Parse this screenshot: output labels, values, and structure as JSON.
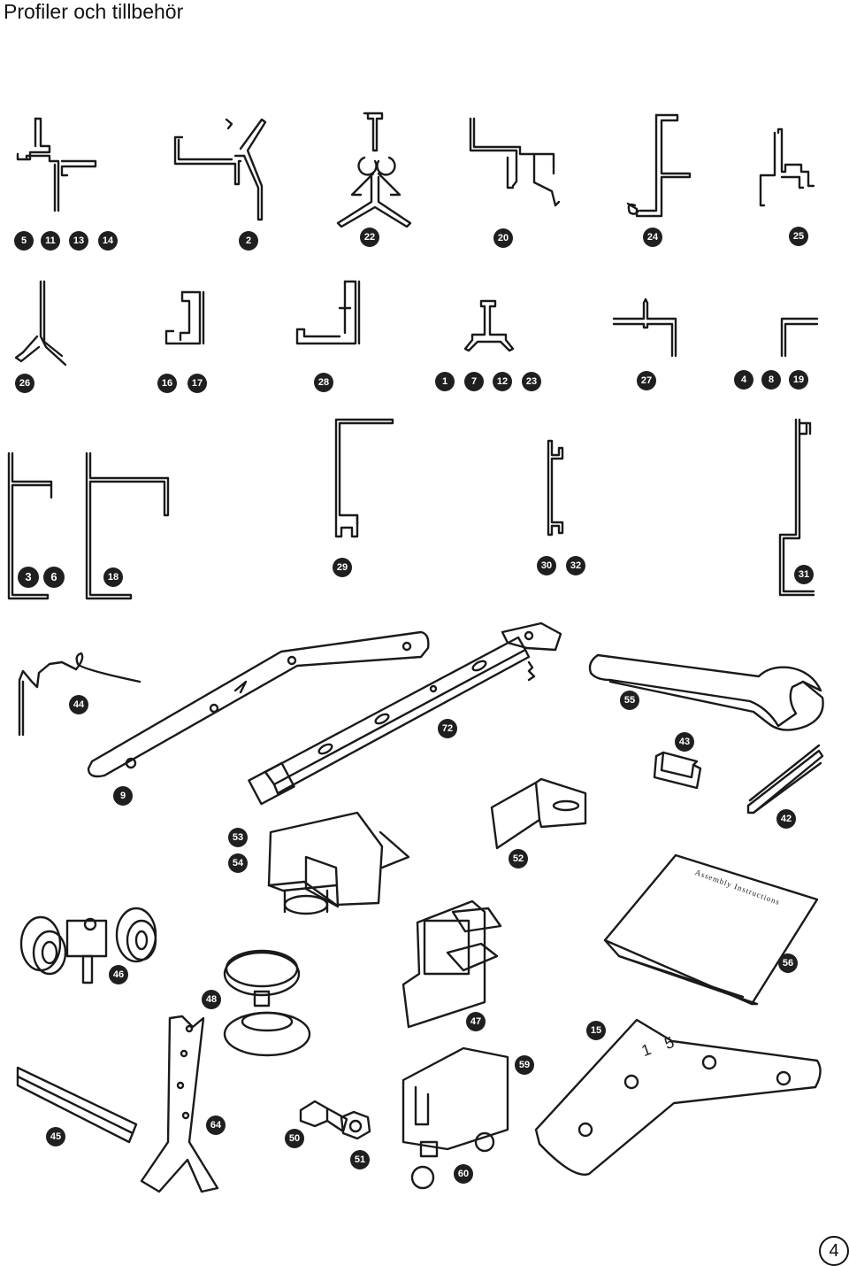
{
  "title": "Profiler och tillbehör",
  "page_number": "4",
  "booklet_text": "Assembly Instructions",
  "plate_inscription": [
    "1",
    "5"
  ],
  "profile_labels": {
    "row1": [
      "5",
      "11",
      "13",
      "14",
      "2",
      "22",
      "20",
      "24",
      "25"
    ],
    "row2": [
      "26",
      "16",
      "17",
      "28",
      "1",
      "7",
      "12",
      "23",
      "27",
      "4",
      "8",
      "19"
    ],
    "row3": [
      "3",
      "6",
      "18",
      "29",
      "30",
      "32",
      "31"
    ]
  },
  "accessory_labels": [
    "44",
    "9",
    "72",
    "55",
    "43",
    "42",
    "53",
    "54",
    "52",
    "46",
    "48",
    "47",
    "56",
    "15",
    "59",
    "60",
    "45",
    "64",
    "50",
    "51"
  ]
}
